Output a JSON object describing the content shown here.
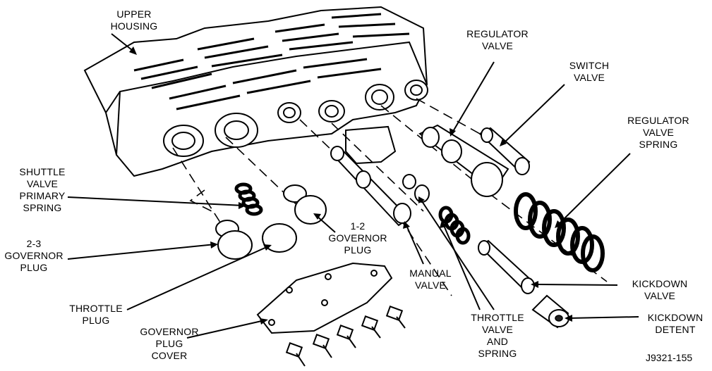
{
  "labels": {
    "upper_housing": "UPPER\nHOUSING",
    "regulator_valve": "REGULATOR\nVALVE",
    "switch_valve": "SWITCH\nVALVE",
    "regulator_valve_spring": "REGULATOR\nVALVE\nSPRING",
    "shuttle_valve_primary_spring": "SHUTTLE\nVALVE\nPRIMARY\nSPRING",
    "governor_plug_1_2": "1-2\nGOVERNOR\nPLUG",
    "governor_plug_2_3": "2-3\nGOVERNOR\nPLUG",
    "manual_valve": "MANUAL\nVALVE",
    "kickdown_valve": "KICKDOWN\nVALVE",
    "throttle_plug": "THROTTLE\nPLUG",
    "kickdown_detent": "KICKDOWN\nDETENT",
    "throttle_valve_and_spring": "THROTTLE\nVALVE\nAND\nSPRING",
    "governor_plug_cover": "GOVERNOR\nPLUG\nCOVER"
  },
  "figure_ref": "J9321-155"
}
